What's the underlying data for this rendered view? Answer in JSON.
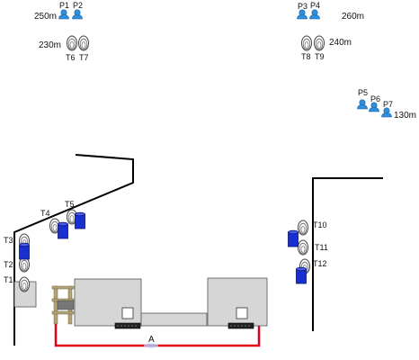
{
  "persons": [
    {
      "id": "P1"
    },
    {
      "id": "P2"
    },
    {
      "id": "P3"
    },
    {
      "id": "P4"
    },
    {
      "id": "P5"
    },
    {
      "id": "P6"
    },
    {
      "id": "P7"
    }
  ],
  "tanks": [
    {
      "id": "T1"
    },
    {
      "id": "T2"
    },
    {
      "id": "T3"
    },
    {
      "id": "T4"
    },
    {
      "id": "T5"
    },
    {
      "id": "T6"
    },
    {
      "id": "T7"
    },
    {
      "id": "T8"
    },
    {
      "id": "T9"
    },
    {
      "id": "T10"
    },
    {
      "id": "T11"
    },
    {
      "id": "T12"
    }
  ],
  "distances": {
    "p1_p2": "250m",
    "p3_p4": "260m",
    "t6_t7": "230m",
    "t8_t9": "240m",
    "p5_p7": "130m"
  },
  "cable_label": "A",
  "colors": {
    "walls": "#000000",
    "cable": "#e0001b",
    "drum": "#1a2fd0",
    "person": "#2f8fdf",
    "building": "#d6d6d6",
    "scaffold": "#b3a478"
  }
}
